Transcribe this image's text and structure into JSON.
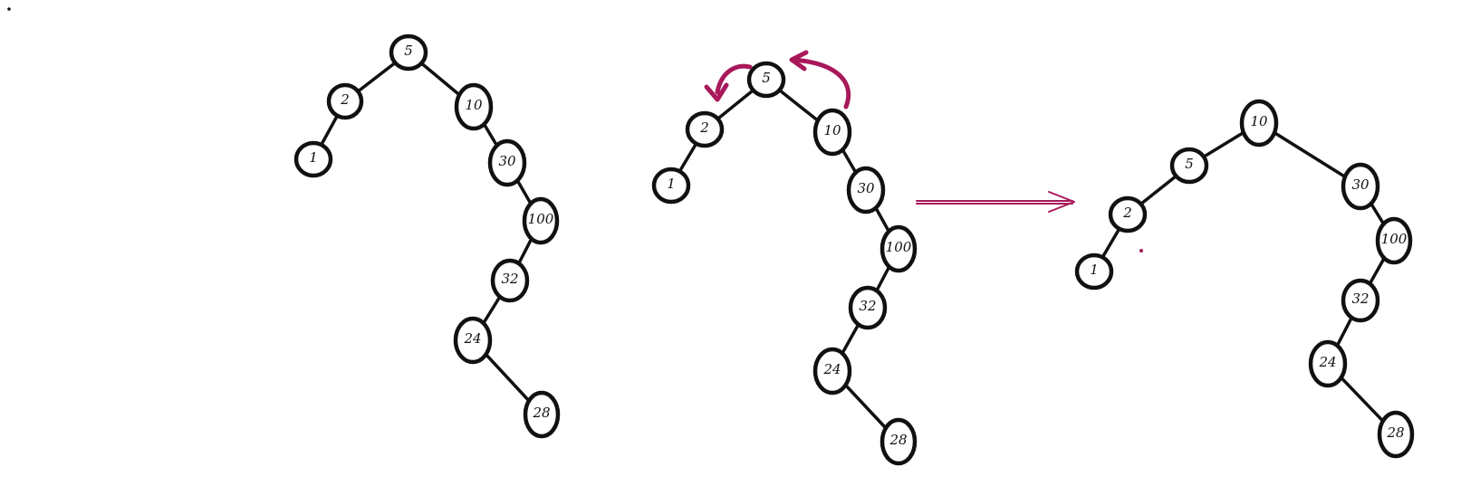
{
  "colors": {
    "ink": "#111111",
    "accent": "#a8185a",
    "background": "#ffffff"
  },
  "diagrams": [
    {
      "id": "before",
      "nodes": [
        {
          "id": "n5",
          "label": "5"
        },
        {
          "id": "n2",
          "label": "2"
        },
        {
          "id": "n1",
          "label": "1"
        },
        {
          "id": "n10",
          "label": "10"
        },
        {
          "id": "n30",
          "label": "30"
        },
        {
          "id": "n100",
          "label": "100"
        },
        {
          "id": "n32",
          "label": "32"
        },
        {
          "id": "n24",
          "label": "24"
        },
        {
          "id": "n28",
          "label": "28"
        }
      ],
      "edges": [
        [
          "n5",
          "n2"
        ],
        [
          "n2",
          "n1"
        ],
        [
          "n5",
          "n10"
        ],
        [
          "n10",
          "n30"
        ],
        [
          "n30",
          "n100"
        ],
        [
          "n100",
          "n32"
        ],
        [
          "n32",
          "n24"
        ],
        [
          "n24",
          "n28"
        ]
      ]
    },
    {
      "id": "rotation",
      "nodes": [
        {
          "id": "n5",
          "label": "5"
        },
        {
          "id": "n2",
          "label": "2"
        },
        {
          "id": "n1",
          "label": "1"
        },
        {
          "id": "n10",
          "label": "10"
        },
        {
          "id": "n30",
          "label": "30"
        },
        {
          "id": "n100",
          "label": "100"
        },
        {
          "id": "n32",
          "label": "32"
        },
        {
          "id": "n24",
          "label": "24"
        },
        {
          "id": "n28",
          "label": "28"
        }
      ],
      "edges": [
        [
          "n5",
          "n2"
        ],
        [
          "n2",
          "n1"
        ],
        [
          "n5",
          "n10"
        ],
        [
          "n10",
          "n30"
        ],
        [
          "n30",
          "n100"
        ],
        [
          "n100",
          "n32"
        ],
        [
          "n32",
          "n24"
        ],
        [
          "n24",
          "n28"
        ]
      ]
    },
    {
      "id": "after",
      "nodes": [
        {
          "id": "n10",
          "label": "10"
        },
        {
          "id": "n5",
          "label": "5"
        },
        {
          "id": "n2",
          "label": "2"
        },
        {
          "id": "n1",
          "label": "1"
        },
        {
          "id": "n30",
          "label": "30"
        },
        {
          "id": "n100",
          "label": "100"
        },
        {
          "id": "n32",
          "label": "32"
        },
        {
          "id": "n24",
          "label": "24"
        },
        {
          "id": "n28",
          "label": "28"
        }
      ],
      "edges": [
        [
          "n10",
          "n5"
        ],
        [
          "n5",
          "n2"
        ],
        [
          "n2",
          "n1"
        ],
        [
          "n10",
          "n30"
        ],
        [
          "n30",
          "n100"
        ],
        [
          "n100",
          "n32"
        ],
        [
          "n32",
          "n24"
        ],
        [
          "n24",
          "n28"
        ]
      ]
    }
  ]
}
